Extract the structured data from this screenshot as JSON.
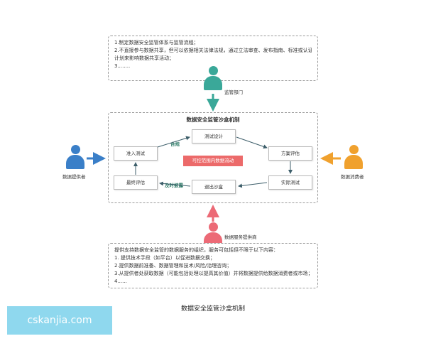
{
  "top_note": {
    "lines": [
      "1.制定数据安全监管体系与监管流程；",
      "2.不直接参与数据共享，但可以依据相关法律法规，通过立法审查、发布指南、标准或认证",
      "计划来影响数据共享活动；",
      "3........"
    ]
  },
  "regulator": {
    "label": "监管部门",
    "color": "#3aa899"
  },
  "provider": {
    "label": "数据提供者",
    "color": "#3a7fc8"
  },
  "consumer": {
    "label": "数据消费者",
    "color": "#f0a12e"
  },
  "service_provider": {
    "label": "数据服务提供商",
    "color": "#ec6a76"
  },
  "sandbox": {
    "title": "数据安全监管沙盒机制",
    "center_label": "可控范围内数据流动",
    "center_color": "#ec6a6a",
    "steps": {
      "admission": "准入测试",
      "design": "测试设计",
      "evaluation": "方案评估",
      "actual": "实际测试",
      "exit": "退出沙盒",
      "final": "最终评估"
    },
    "edge_labels": {
      "compliant": "合规",
      "timely_exit": "及时披露"
    }
  },
  "bottom_note": {
    "lines": [
      "提供支持数据安全监管的数据服务的组织，服务可包括但不限于以下内容：",
      "1. 提供技术手段（如平台）以促进数据交换；",
      "2.提供数据前准备、数据管理和技术/风险/治理咨询；",
      "3.从提供者处获取数据（可能包括处理以提高其价值）并将数据提供给数据消费者或市场；",
      "4......"
    ]
  },
  "caption": "数据安全监管沙盒机制",
  "watermark": "cskanjia.com",
  "colors": {
    "step_arrow": "#3d5e6a",
    "edge_label": "#2d7a67"
  }
}
